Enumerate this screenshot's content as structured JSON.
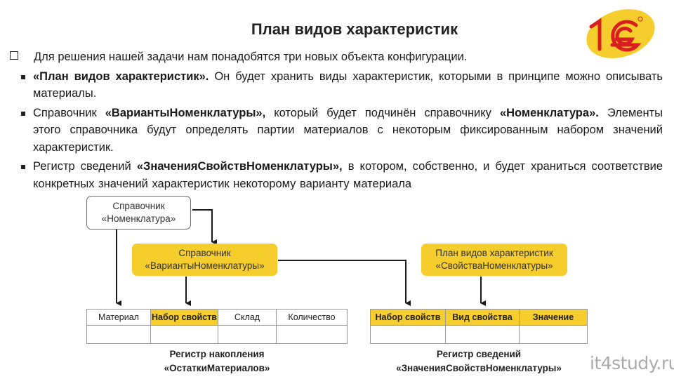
{
  "slide": {
    "title": "План видов характеристик",
    "watermark": "it4study.ru"
  },
  "brand": {
    "logo_text": "1С",
    "logo_icon": "1c-logo-icon",
    "accent_color": "#f5cd2c",
    "logo_red": "#d81e1e"
  },
  "bullets": {
    "intro": "Для решения нашей задачи нам понадобятся три новых объекта конфигурации.",
    "items": [
      {
        "bold": "«План видов характеристик».",
        "text": " Он будет хранить виды характеристик, которыми в принципе можно описывать материалы."
      },
      {
        "prefix": "Справочник ",
        "bold": "«ВариантыНоменклатуры»,",
        "text": " который будет подчинён справочнику ",
        "bold2": "«Номенклатура».",
        "text2": " Элементы этого справочника будут определять партии материалов с некоторым фиксированным набором значений характеристик."
      },
      {
        "prefix": "Регистр сведений ",
        "bold": "«ЗначенияСвойствНоменклатуры»,",
        "text": " в котором, собственно, и будет храниться соответствие конкретных значений характеристик некоторому варианту материала"
      }
    ]
  },
  "diagram": {
    "box_nomenclature": {
      "line1": "Справочник",
      "line2": "«Номенклатура»"
    },
    "box_variants": {
      "line1": "Справочник",
      "line2": "«ВариантыНоменклатуры»"
    },
    "box_plan": {
      "line1": "План видов характеристик",
      "line2": "«СвойстваНоменклатуры»"
    },
    "register_accum": {
      "columns": [
        "Материал",
        "Набор свойств",
        "Склад",
        "Количество"
      ],
      "caption1": "Регистр накопления",
      "caption2": "«ОстаткиМатериалов»"
    },
    "register_info": {
      "columns": [
        "Набор свойств",
        "Вид свойства",
        "Значение"
      ],
      "caption1": "Регистр сведений",
      "caption2": "«ЗначенияСвойствНоменклатуры»"
    }
  }
}
